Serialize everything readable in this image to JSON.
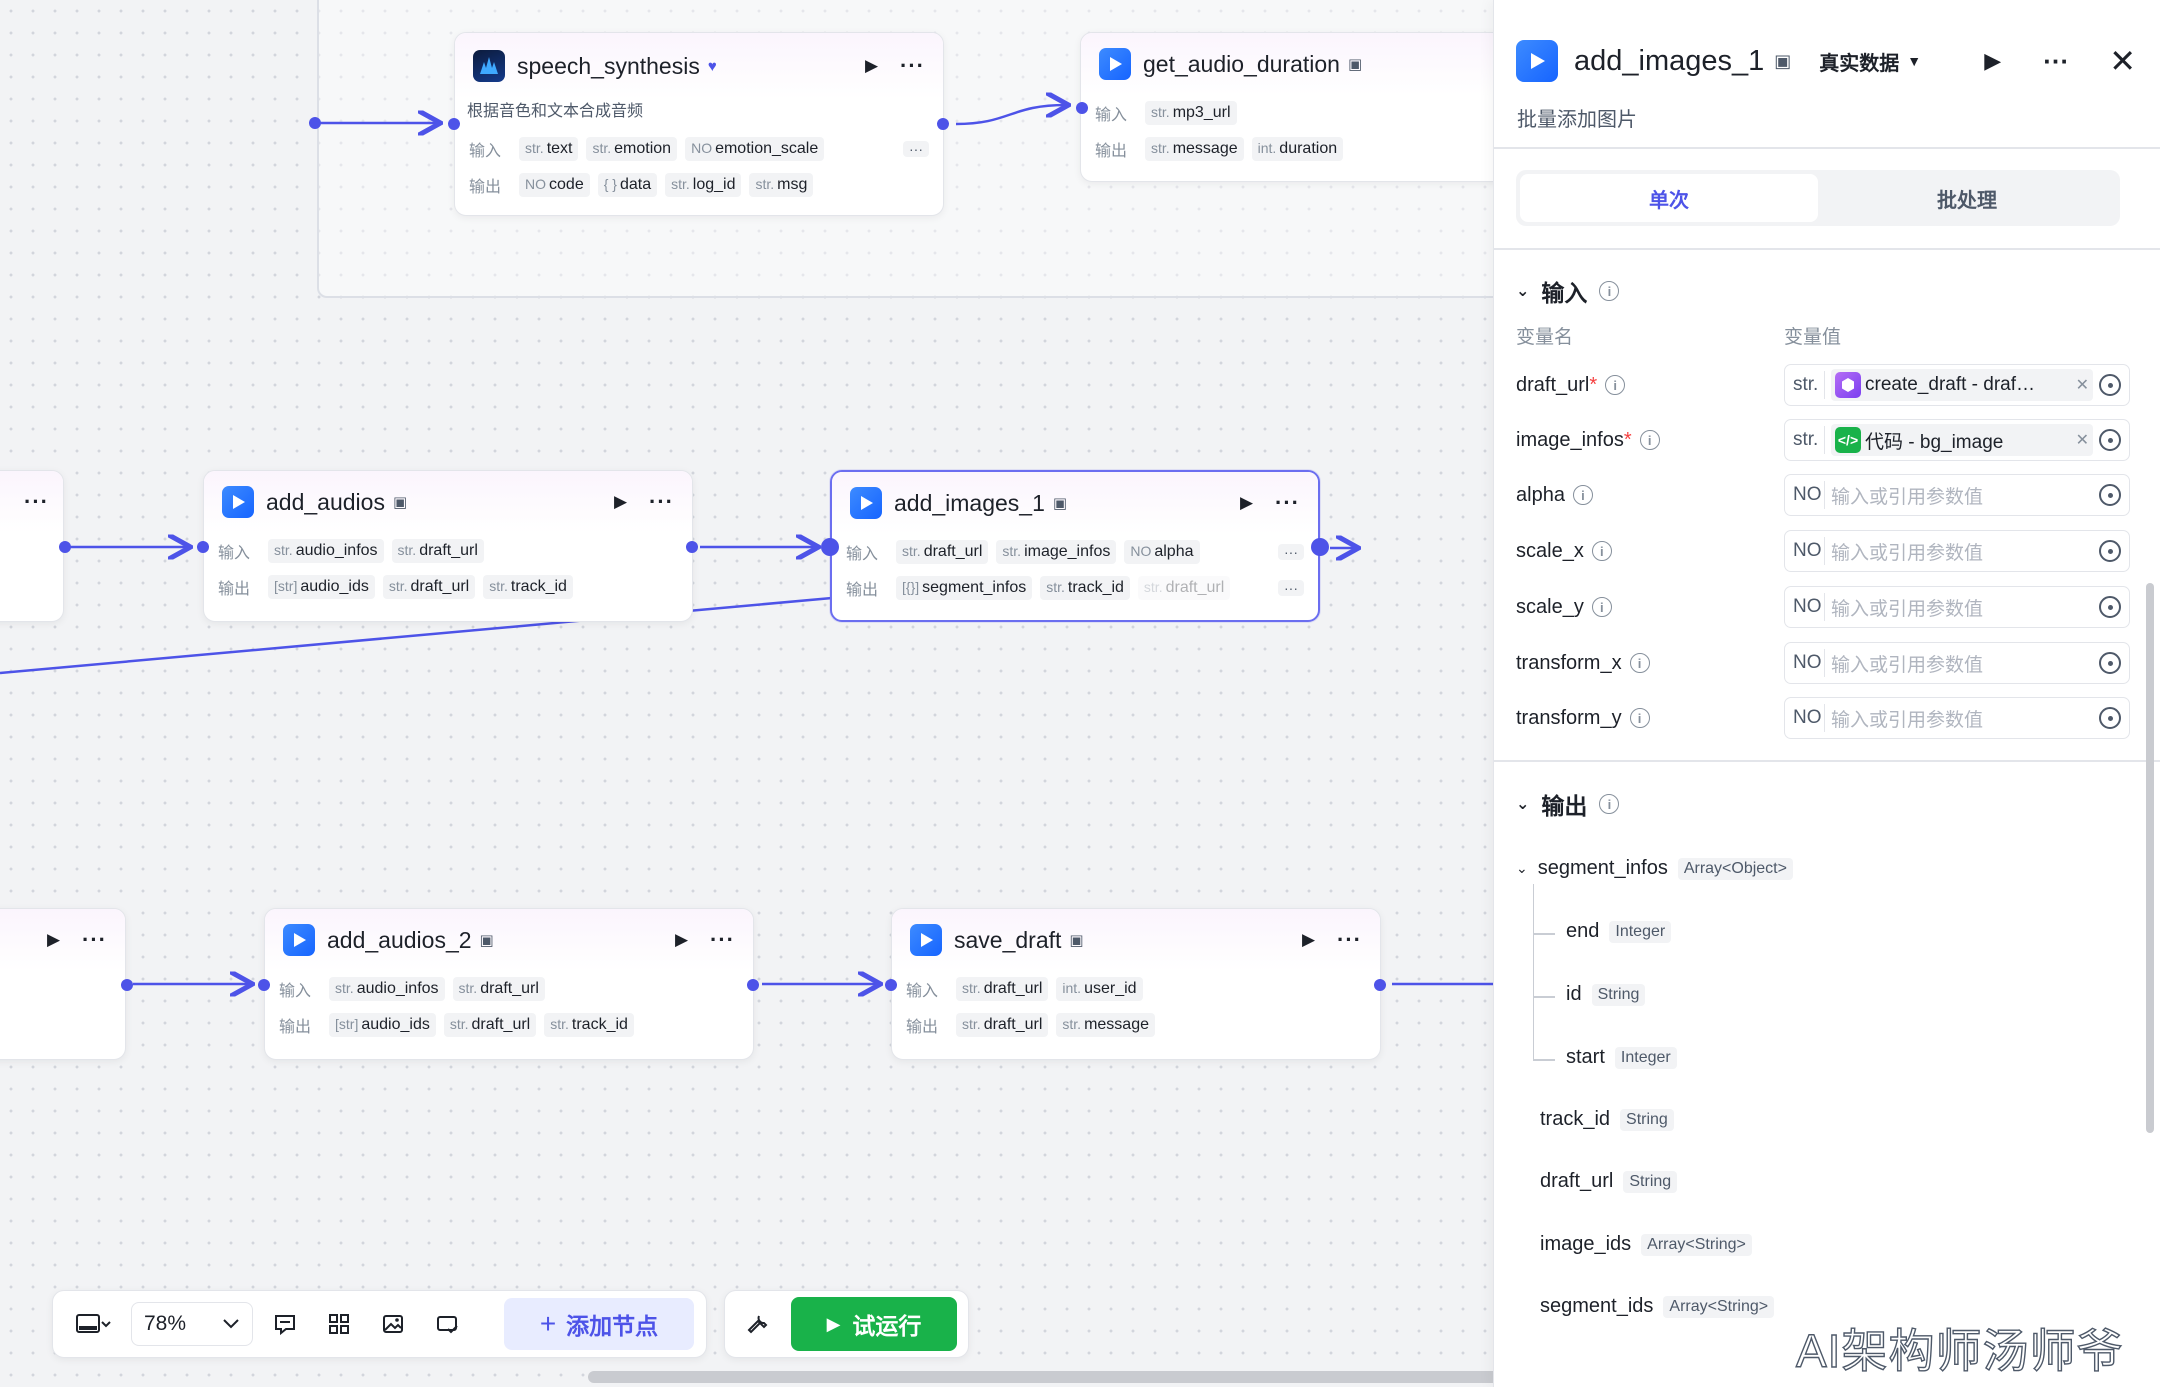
{
  "nodes": {
    "speech_synthesis": {
      "title": "speech_synthesis",
      "desc": "根据音色和文本合成音频",
      "input_label": "输入",
      "output_label": "输出",
      "inputs": [
        {
          "type": "str.",
          "name": "text"
        },
        {
          "type": "str.",
          "name": "emotion"
        },
        {
          "type": "NO",
          "name": "emotion_scale"
        }
      ],
      "outputs": [
        {
          "type": "NO",
          "name": "code"
        },
        {
          "type": "{ }",
          "name": "data"
        },
        {
          "type": "str.",
          "name": "log_id"
        },
        {
          "type": "str.",
          "name": "msg"
        }
      ]
    },
    "get_audio_duration": {
      "title": "get_audio_duration",
      "input_label": "输入",
      "output_label": "输出",
      "inputs": [
        {
          "type": "str.",
          "name": "mp3_url"
        }
      ],
      "outputs": [
        {
          "type": "str.",
          "name": "message"
        },
        {
          "type": "int.",
          "name": "duration"
        }
      ]
    },
    "add_audios": {
      "title": "add_audios",
      "input_label": "输入",
      "output_label": "输出",
      "inputs": [
        {
          "type": "str.",
          "name": "audio_infos"
        },
        {
          "type": "str.",
          "name": "draft_url"
        }
      ],
      "outputs": [
        {
          "type": "[str]",
          "name": "audio_ids"
        },
        {
          "type": "str.",
          "name": "draft_url"
        },
        {
          "type": "str.",
          "name": "track_id"
        }
      ]
    },
    "add_images_1": {
      "title": "add_images_1",
      "input_label": "输入",
      "output_label": "输出",
      "inputs": [
        {
          "type": "str.",
          "name": "draft_url"
        },
        {
          "type": "str.",
          "name": "image_infos"
        },
        {
          "type": "NO",
          "name": "alpha"
        }
      ],
      "outputs": [
        {
          "type": "[{}]",
          "name": "segment_infos"
        },
        {
          "type": "str.",
          "name": "track_id"
        },
        {
          "type": "str.",
          "name": "draft_url"
        }
      ]
    },
    "add_audios_2": {
      "title": "add_audios_2",
      "input_label": "输入",
      "output_label": "输出",
      "inputs": [
        {
          "type": "str.",
          "name": "audio_infos"
        },
        {
          "type": "str.",
          "name": "draft_url"
        }
      ],
      "outputs": [
        {
          "type": "[str]",
          "name": "audio_ids"
        },
        {
          "type": "str.",
          "name": "draft_url"
        },
        {
          "type": "str.",
          "name": "track_id"
        }
      ]
    },
    "save_draft": {
      "title": "save_draft",
      "input_label": "输入",
      "output_label": "输出",
      "inputs": [
        {
          "type": "str.",
          "name": "draft_url"
        },
        {
          "type": "int.",
          "name": "user_id"
        }
      ],
      "outputs": [
        {
          "type": "str.",
          "name": "draft_url"
        },
        {
          "type": "str.",
          "name": "message"
        }
      ]
    }
  },
  "toolbar": {
    "zoom": "78%",
    "add_node": "添加节点",
    "trial_run": "试运行"
  },
  "panel": {
    "title": "add_images_1",
    "data_mode": "真实数据",
    "desc": "批量添加图片",
    "tabs": [
      "单次",
      "批处理"
    ],
    "input_section": "输入",
    "col_name": "变量名",
    "col_value": "变量值",
    "params": [
      {
        "name": "draft_url",
        "required": "*",
        "type": "str.",
        "ref_label": "create_draft - draf…"
      },
      {
        "name": "image_infos",
        "required": "*",
        "type": "str.",
        "ref_label": "代码 - bg_image"
      },
      {
        "name": "alpha",
        "required": "",
        "type": "NO",
        "placeholder": "输入或引用参数值"
      },
      {
        "name": "scale_x",
        "required": "",
        "type": "NO",
        "placeholder": "输入或引用参数值"
      },
      {
        "name": "scale_y",
        "required": "",
        "type": "NO",
        "placeholder": "输入或引用参数值"
      },
      {
        "name": "transform_x",
        "required": "",
        "type": "NO",
        "placeholder": "输入或引用参数值"
      },
      {
        "name": "transform_y",
        "required": "",
        "type": "NO",
        "placeholder": "输入或引用参数值"
      }
    ],
    "output_section": "输出",
    "outputs": [
      {
        "name": "segment_infos",
        "type": "Array<Object>"
      },
      {
        "name": "end",
        "type": "Integer"
      },
      {
        "name": "id",
        "type": "String"
      },
      {
        "name": "start",
        "type": "Integer"
      },
      {
        "name": "track_id",
        "type": "String"
      },
      {
        "name": "draft_url",
        "type": "String"
      },
      {
        "name": "image_ids",
        "type": "Array<String>"
      },
      {
        "name": "segment_ids",
        "type": "Array<String>"
      }
    ]
  },
  "watermark": "AI架构师汤师爷",
  "colors": {
    "accent": "#4d53e8",
    "run_green": "#19b24a",
    "edge": "#4d53e8"
  }
}
